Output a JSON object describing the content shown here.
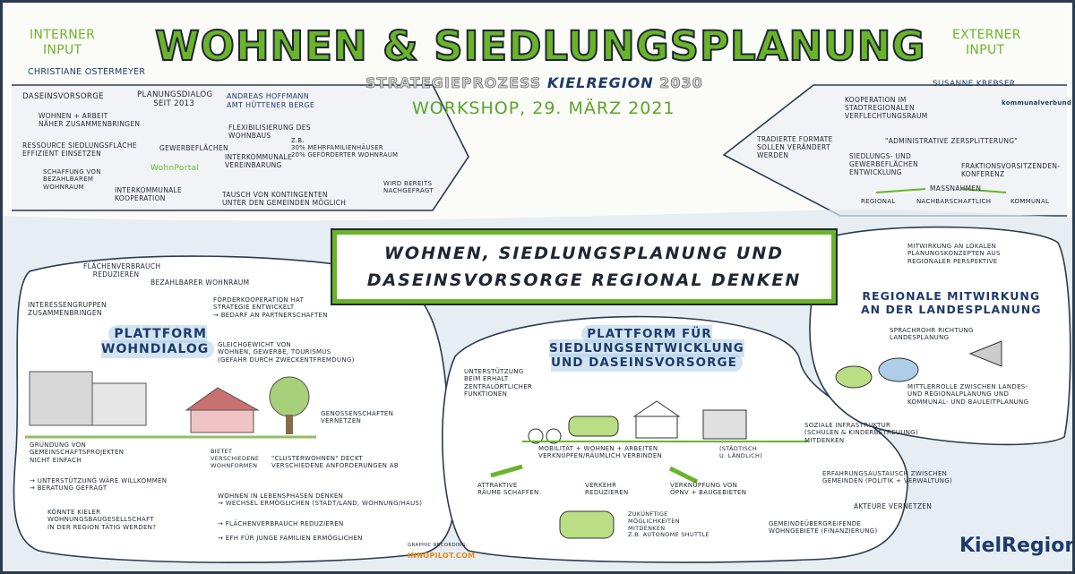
{
  "title": "WOHNEN & SIEDLUNGSPLANUNG",
  "subtitle": {
    "prefix": "STRATEGIEPROZESS",
    "brand": "KIELREGION",
    "year": "2030"
  },
  "workshop": "WORKSHOP, 29. MÄRZ 2021",
  "internal": {
    "label_line1": "INTERNER",
    "label_line2": "INPUT",
    "speaker": "CHRISTIANE OSTERMEYER",
    "daseins": "DASEINSVORSORGE",
    "planungsdialog": "PLANUNGSDIALOG\n      SEIT 2013",
    "wohnen_arbeit": "WOHNEN + ARBEIT\nNÄHER ZUSAMMENBRINGEN",
    "gewerbeflaechen": "GEWERBEFLÄCHEN",
    "ressource": "RESSOURCE SIEDLUNGSFLÄCHE\nEFFIZIENT EINSETZEN",
    "wohnportal": "WohnPortal",
    "schaffung": "SCHAFFUNG VON\nBEZAHLBAREM\nWOHNRAUM",
    "interkommunale_koop": "INTERKOMMUNALE\nKOOPERATION",
    "speaker2": "ANDREAS HOFFMANN\nAMT HÜTTENER BERGE",
    "flexibilisierung": "FLEXIBILISIERUNG DES\nWOHNBAUS",
    "zb": "Z.B.\n30% MEHRFAMILIENHÄUSER\n20% GEFÖRDERTER WOHNRAUM",
    "vereinbarung": "INTERKOMMUNALE\nVEREINBARUNG",
    "tausch": "TAUSCH VON KONTINGENTEN\nUNTER DEN GEMEINDEN MÖGLICH",
    "nachgefragt": "WIRD BEREITS\nNACHGEFRAGT"
  },
  "external": {
    "label_line1": "EXTERNER",
    "label_line2": "INPUT",
    "speaker": "SUSANNE KREBSER",
    "logo": "kommunalverbund",
    "kooperation": "KOOPERATION IM\nSTADTREGIONALEN\nVERFLECHTUNGSRAUM",
    "tradierte": "TRADIERTE FORMATE\nSOLLEN VERÄNDERT\nWERDEN",
    "zersplitterung": "\"ADMINISTRATIVE ZERSPLITTERUNG\"",
    "siedlungs": "SIEDLUNGS- UND\nGEWERBEFLÄCHEN\nENTWICKLUNG",
    "fraktionsvorsitzenden": "FRAKTIONSVORSITZENDEN-\nKONFERENZ",
    "massnahmen": "MAßNAHMEN",
    "regional": "REGIONAL",
    "nachbarschaftlich": "NACHBARSCHAFTLICH",
    "kommunal": "KOMMUNAL"
  },
  "banner": {
    "line1": "WOHNEN, SIEDLUNGSPLANUNG UND",
    "line2": "DASEINSVORSORGE REGIONAL DENKEN"
  },
  "left": {
    "flaechen": "FLÄCHENVERBRAUCH\n    REDUZIEREN",
    "bezahlbar": "BEZAHLBARER WOHNRAUM",
    "interessen": "INTERESSENGRUPPEN\nZUSAMMENBRINGEN",
    "foerderkoop": "FÖRDERKOOPERATION HAT\nSTRATEGIE ENTWICKELT\n→ BEDARF AN PARTNERSCHAFTEN",
    "plattform_title": "PLATTFORM\nWOHNDIALOG",
    "gleichgewicht": "GLEICHGEWICHT VON\nWOHNEN, GEWERBE, TOURISMUS\n(GEFAHR DURCH ZWECKENTFREMDUNG)",
    "genossenschaften": "GENOSSENSCHAFTEN\nVERNETZEN",
    "gruendung": "GRÜNDUNG VON\nGEMEINSCHAFTSPROJEKTEN\nNICHT EINFACH",
    "bietet": "BIETET\nVERSCHIEDENE\nWOHNFORMEN",
    "clusterwohnen": "\"CLUSTERWOHNEN\" DECKT\nVERSCHIEDENE ANFORDERUNGEN AB",
    "unterstuetzung": "→ UNTERSTÜTZUNG WÄRE WILLKOMMEN\n→ BERATUNG GEFRAGT",
    "lebensphasen": "WOHNEN IN LEBENSPHASEN DENKEN\n→ WECHSEL ERMÖGLICHEN (STADT/LAND, WOHNUNG/HAUS)",
    "flaechen_red": "→ FLÄCHENVERBRAUCH REDUZIEREN",
    "efh": "→ EFH FÜR JUNGE FAMILIEN ERMÖGLICHEN",
    "kieler": "KÖNNTE KIELER\nWOHNUNGSBAUGESELLSCHAFT\nIN DER REGION TÄTIG WERDEN?",
    "credit": "GRAPHIC RECORDING:",
    "credit_brand": "INNOPILOT.com"
  },
  "middle": {
    "plattform_title": "PLATTFORM FÜR\nSIEDLUNGSENTWICKLUNG\nUND DASEINSVORSORGE",
    "unterstuetzung": "UNTERSTÜTZUNG\nBEIM ERHALT\nZENTRALÖRTLICHER\nFUNKTIONEN",
    "mobilitaet": "MOBILITÄT + WOHNEN + ARBEITEN\nVERKNÜPFEN/RÄUMLICH VERBINDEN",
    "staedtisch": "(STÄDTISCH\nU. LÄNDLICH)",
    "attraktive": "ATTRAKTIVE\nRÄUME SCHAFFEN",
    "verkehr": "VERKEHR\nREDUZIEREN",
    "verknuepfung": "VERKNÜPFUNG VON\nÖPNV + BAUGEBIETEN",
    "zukuenftige": "ZUKÜNFTIGE\nMÖGLICHKEITEN\nMITDENKEN\nZ.B. AUTONOME SHUTTLE"
  },
  "right": {
    "mitwirkung": "MITWIRKUNG AN LOKALEN\nPLANUNGSKONZEPTEN AUS\nREGIONALER PERSPEKTIVE",
    "title": "REGIONALE MITWIRKUNG\nAN DER LANDESPLANUNG",
    "sprachrohr": "SPRACHROHR RICHTUNG\nLANDESPLANUNG",
    "mittlerrolle": "MITTLERROLLE ZWISCHEN LANDES-\nUND REGIONALPLANUNG UND\nKOMMUNAL- UND BAULEITPLANUNG",
    "soziale": "SOZIALE INFRASTRUKTUR\n(SCHULEN & KINDERBETREUUNG)\nMITDENKEN",
    "erfahrung": "ERFAHRUNGSAUSTAUSCH ZWISCHEN\nGEMEINDEN (POLITIK + VERWALTUNG)",
    "akteure": "AKTEURE VERNETZEN",
    "gemeinde": "GEMEINDEÜBERGREIFENDE\nWOHNGEBIETE (FINANZIERUNG)",
    "logo": "KielRegion"
  },
  "colors": {
    "accent_green": "#6ab42a",
    "ink": "#1f2633",
    "blue": "#1f3a6b",
    "highlight_blue": "#aecde6"
  }
}
